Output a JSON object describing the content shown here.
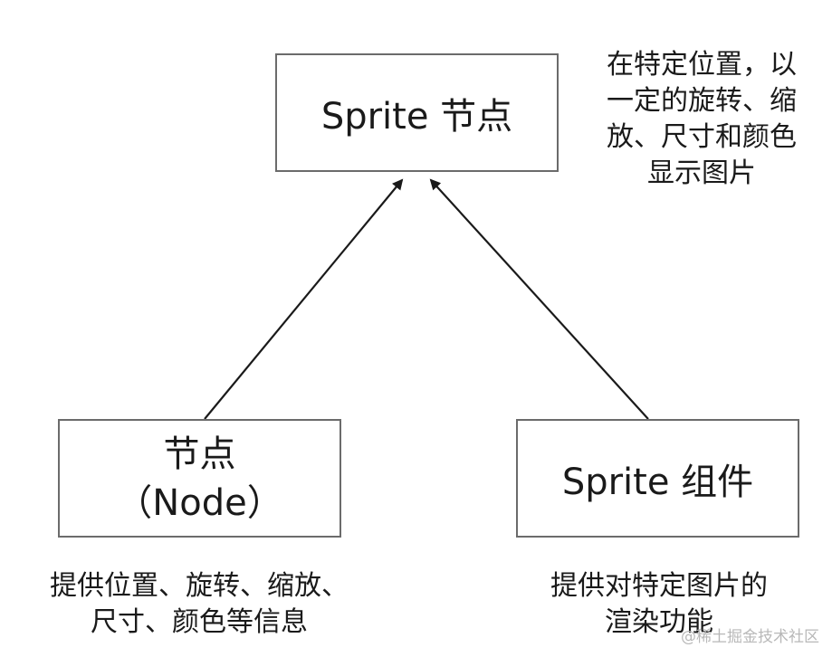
{
  "nodes": {
    "sprite_node": {
      "label": "Sprite 节点"
    },
    "node": {
      "label_line1": "节点",
      "label_line2": "（Node）"
    },
    "sprite_component": {
      "label": "Sprite 组件"
    }
  },
  "notes": {
    "sprite_node": {
      "lines": [
        "在特定位置，以",
        "一定的旋转、缩",
        "放、尺寸和颜色",
        "显示图片"
      ]
    },
    "node": {
      "lines": [
        "提供位置、旋转、缩放、",
        "尺寸、颜色等信息"
      ]
    },
    "sprite_component": {
      "lines": [
        "提供对特定图片的",
        "渲染功能"
      ]
    }
  },
  "watermark": "@稀土掘金技术社区",
  "colors": {
    "box_border": "#6b6b6b",
    "arrow": "#1a1a1a",
    "text": "#1a1a1a"
  }
}
